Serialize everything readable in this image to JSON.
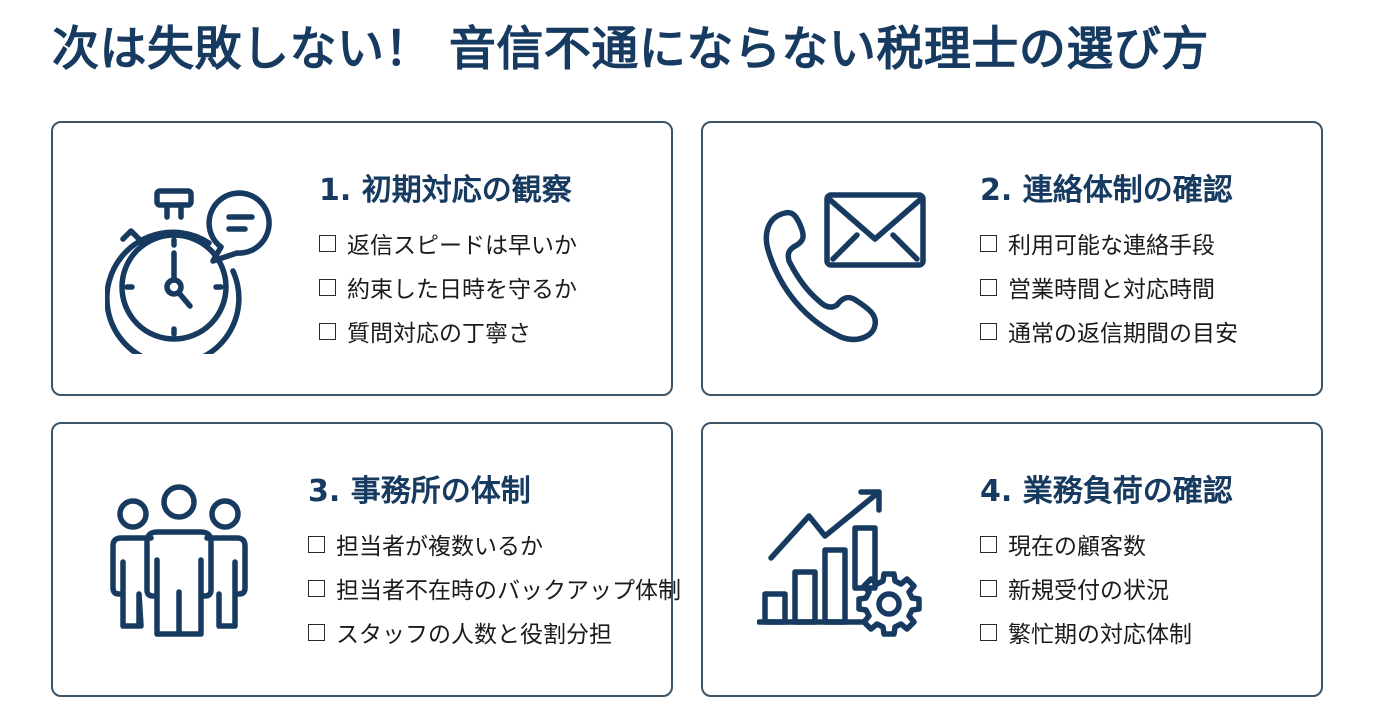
{
  "header": {
    "title": "次は失敗しない！ 音信不通にならない税理士の選び方"
  },
  "colors": {
    "accent": "#173a60",
    "text": "#1b1b1b",
    "card_border": "#3c5468",
    "background": "#ffffff"
  },
  "cards": [
    {
      "heading": "1. 初期対応の観察",
      "icon": "stopwatch-with-speech-bubble-icon",
      "items": [
        {
          "label": "返信スピードは早いか",
          "checked": false
        },
        {
          "label": "約束した日時を守るか",
          "checked": false
        },
        {
          "label": "質問対応の丁寧さ",
          "checked": false
        }
      ]
    },
    {
      "heading": "2. 連絡体制の確認",
      "icon": "phone-and-mail-icon",
      "items": [
        {
          "label": "利用可能な連絡手段",
          "checked": false
        },
        {
          "label": "営業時間と対応時間",
          "checked": false
        },
        {
          "label": "通常の返信期間の目安",
          "checked": false
        }
      ]
    },
    {
      "heading": "3. 事務所の体制",
      "icon": "team-people-icon",
      "items": [
        {
          "label": "担当者が複数いるか",
          "checked": false
        },
        {
          "label": "担当者不在時のバックアップ体制",
          "checked": false
        },
        {
          "label": "スタッフの人数と役割分担",
          "checked": false
        }
      ]
    },
    {
      "heading": "4. 業務負荷の確認",
      "icon": "growth-chart-with-gear-icon",
      "items": [
        {
          "label": "現在の顧客数",
          "checked": false
        },
        {
          "label": "新規受付の状況",
          "checked": false
        },
        {
          "label": "繁忙期の対応体制",
          "checked": false
        }
      ]
    }
  ]
}
